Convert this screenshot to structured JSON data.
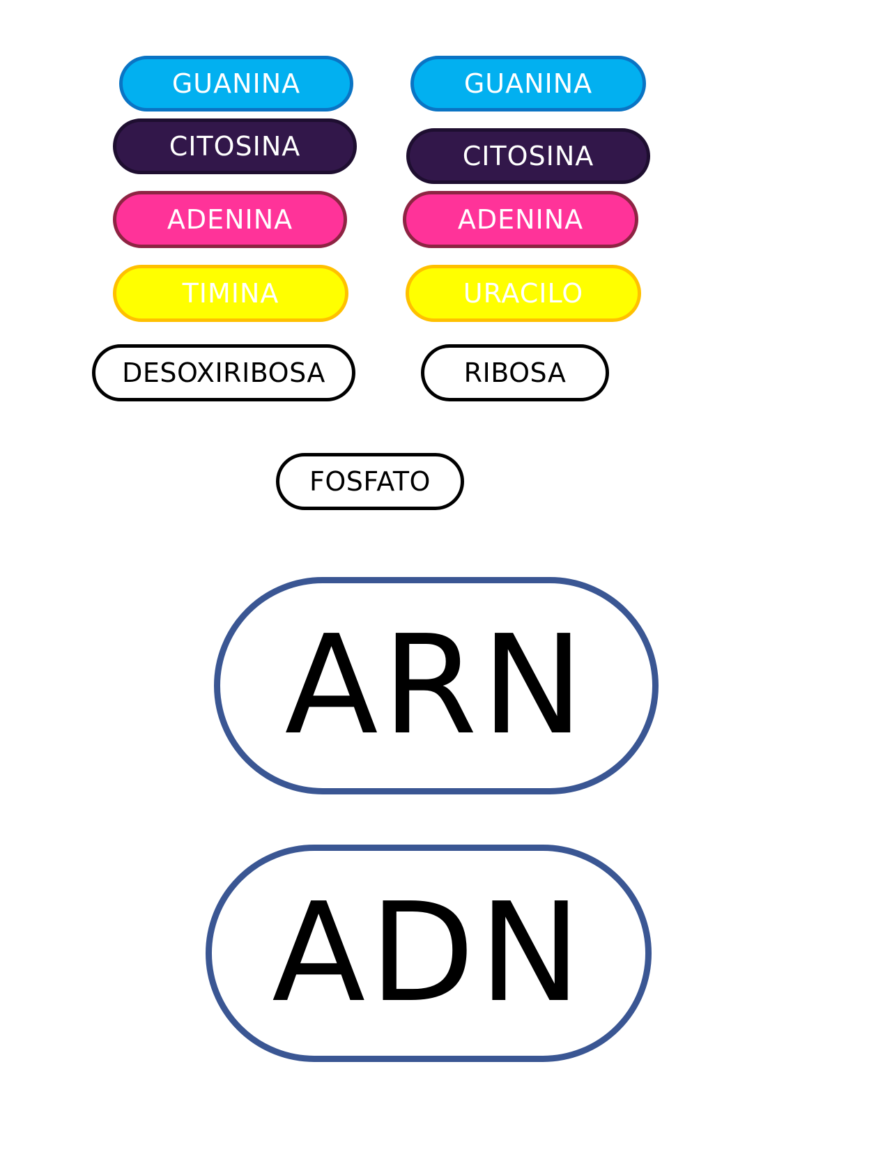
{
  "colors": {
    "guanina": "#02b0f0",
    "citosina": "#32174a",
    "adenina": "#ff3399",
    "timina_uracilo": "#ffff00",
    "borde_grande": "#3a5693"
  },
  "adn_column": {
    "guanina": "GUANINA",
    "citosina": "CITOSINA",
    "adenina": "ADENINA",
    "timina": "TIMINA",
    "azucar": "DESOXIRIBOSA"
  },
  "arn_column": {
    "guanina": "GUANINA",
    "citosina": "CITOSINA",
    "adenina": "ADENINA",
    "uracilo": "URACILO",
    "azucar": "RIBOSA"
  },
  "fosfato": "FOSFATO",
  "targets": {
    "arn": "ARN",
    "adn": "ADN"
  }
}
